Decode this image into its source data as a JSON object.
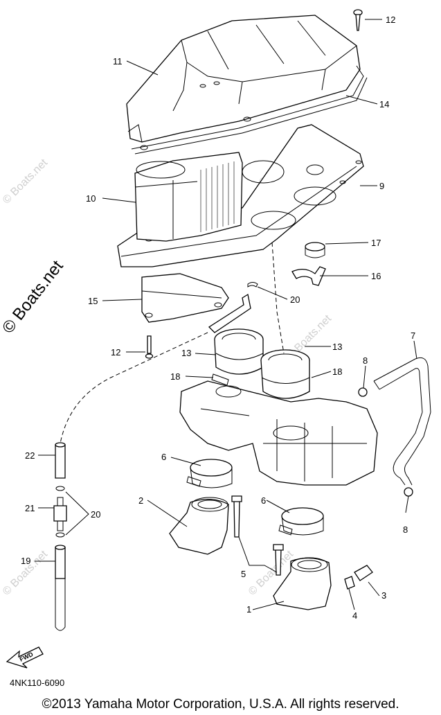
{
  "diagram": {
    "part_code": "4NK110-6090",
    "copyright": "©2013 Yamaha Motor Corporation, U.S.A. All rights reserved.",
    "side_watermark": "© Boats.net",
    "watermark": "© Boats.net",
    "fwd_label": "FWD",
    "callouts": [
      "12",
      "11",
      "14",
      "9",
      "10",
      "17",
      "16",
      "15",
      "20",
      "12",
      "13",
      "13",
      "18",
      "18",
      "7",
      "8",
      "6",
      "22",
      "21",
      "20",
      "2",
      "6",
      "19",
      "5",
      "8",
      "3",
      "4",
      "1"
    ]
  }
}
